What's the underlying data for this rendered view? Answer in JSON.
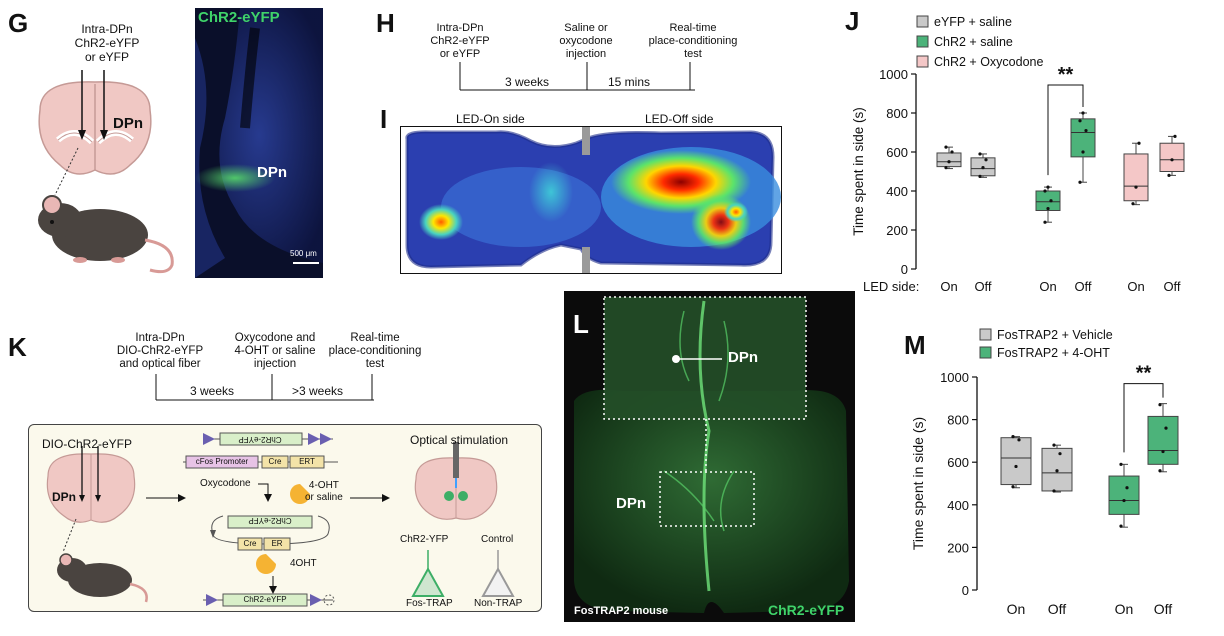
{
  "panels": {
    "g": {
      "label": "G",
      "injection_text": [
        "Intra-DPn",
        "ChR2-eYFP",
        "or eYFP"
      ],
      "brain_label": "DPn",
      "micro_title": "ChR2-eYFP",
      "micro_label": "DPn",
      "scale_bar": "500 μm"
    },
    "h": {
      "label": "H",
      "events": [
        "Intra-DPn\nChR2-eYFP\nor eYFP",
        "Saline or\noxycodone\ninjection",
        "Real-time\nplace-conditioning\ntest"
      ],
      "intervals": [
        "3 weeks",
        "15 mins"
      ]
    },
    "i": {
      "label": "I",
      "left_side": "LED-On side",
      "right_side": "LED-Off side"
    },
    "k": {
      "label": "K",
      "events": [
        "Intra-DPn\nDIO-ChR2-eYFP\nand optical fiber",
        "Oxycodone and\n4-OHT or saline\ninjection",
        "Real-time\nplace-conditioning\ntest"
      ],
      "intervals": [
        "3 weeks",
        ">3 weeks"
      ],
      "schematic": {
        "dio_label": "DIO-ChR2-eYFP",
        "dpn_label": "DPn",
        "construct_top": "ChR2-eYFP",
        "promoter": "cFos Promoter",
        "cre": "Cre",
        "ert": "ERT",
        "oxycodone": "Oxycodone",
        "ohtsaline": "4-OHT\nor saline",
        "loop_construct": "ChR2-eYFP",
        "cre2": "Cre",
        "er": "ER",
        "oht": "4OHT",
        "final_construct": "ChR2-eYFP",
        "optical": "Optical stimulation",
        "chr2yfp": "ChR2-YFP",
        "control": "Control",
        "fostrap": "Fos-TRAP",
        "nontrap": "Non-TRAP"
      }
    },
    "l": {
      "label": "L",
      "dpn_top": "DPn",
      "dpn_left": "DPn",
      "mouse": "FosTRAP2 mouse",
      "stain": "ChR2-eYFP"
    }
  },
  "chart_data": [
    {
      "id": "J",
      "type": "box",
      "label": "J",
      "ylabel": "Time spent in side (s)",
      "ylim": [
        0,
        1000
      ],
      "yticks": [
        0,
        200,
        400,
        600,
        800,
        1000
      ],
      "xlabel_prefix": "LED side:",
      "legend": [
        {
          "name": "eYFP + saline",
          "color": "#c9c9c9"
        },
        {
          "name": "ChR2 + saline",
          "color": "#4cb37a"
        },
        {
          "name": "ChR2 + Oxycodone",
          "color": "#f4c7c7"
        }
      ],
      "groups": [
        {
          "series": "eYFP + saline",
          "color": "#c9c9c9",
          "side": "On",
          "min": 515,
          "q1": 525,
          "median": 550,
          "q3": 595,
          "max": 625,
          "points": [
            520,
            550,
            600,
            625
          ]
        },
        {
          "series": "eYFP + saline",
          "color": "#c9c9c9",
          "side": "Off",
          "min": 470,
          "q1": 478,
          "median": 515,
          "q3": 570,
          "max": 590,
          "points": [
            475,
            520,
            560,
            590
          ]
        },
        {
          "series": "ChR2 + saline",
          "color": "#4cb37a",
          "side": "On",
          "min": 240,
          "q1": 300,
          "median": 345,
          "q3": 400,
          "max": 420,
          "points": [
            240,
            310,
            350,
            400,
            420
          ]
        },
        {
          "series": "ChR2 + saline",
          "color": "#4cb37a",
          "side": "Off",
          "min": 445,
          "q1": 575,
          "median": 700,
          "q3": 770,
          "max": 800,
          "points": [
            445,
            600,
            710,
            760,
            800
          ]
        },
        {
          "series": "ChR2 + Oxycodone",
          "color": "#f4c7c7",
          "side": "On",
          "min": 330,
          "q1": 350,
          "median": 425,
          "q3": 590,
          "max": 645,
          "points": [
            335,
            420,
            645
          ]
        },
        {
          "series": "ChR2 + Oxycodone",
          "color": "#f4c7c7",
          "side": "Off",
          "min": 480,
          "q1": 500,
          "median": 560,
          "q3": 645,
          "max": 680,
          "points": [
            480,
            560,
            680
          ]
        }
      ],
      "significance": {
        "between": [
          2,
          3
        ],
        "text": "**"
      }
    },
    {
      "id": "M",
      "type": "box",
      "label": "M",
      "ylabel": "Time spent in side (s)",
      "ylim": [
        0,
        1000
      ],
      "yticks": [
        0,
        200,
        400,
        600,
        800,
        1000
      ],
      "legend": [
        {
          "name": "FosTRAP2 + Vehicle",
          "color": "#c9c9c9"
        },
        {
          "name": "FosTRAP2 + 4-OHT",
          "color": "#4cb37a"
        }
      ],
      "groups": [
        {
          "series": "FosTRAP2 + Vehicle",
          "color": "#c9c9c9",
          "side": "On",
          "min": 480,
          "q1": 495,
          "median": 620,
          "q3": 715,
          "max": 720,
          "points": [
            485,
            580,
            705,
            720
          ]
        },
        {
          "series": "FosTRAP2 + Vehicle",
          "color": "#c9c9c9",
          "side": "Off",
          "min": 460,
          "q1": 465,
          "median": 550,
          "q3": 665,
          "max": 680,
          "points": [
            465,
            560,
            640,
            680
          ]
        },
        {
          "series": "FosTRAP2 + 4-OHT",
          "color": "#4cb37a",
          "side": "On",
          "min": 295,
          "q1": 355,
          "median": 420,
          "q3": 535,
          "max": 590,
          "points": [
            300,
            420,
            480,
            590
          ]
        },
        {
          "series": "FosTRAP2 + 4-OHT",
          "color": "#4cb37a",
          "side": "Off",
          "min": 555,
          "q1": 590,
          "median": 655,
          "q3": 815,
          "max": 875,
          "points": [
            560,
            650,
            760,
            870
          ]
        }
      ],
      "significance": {
        "between": [
          2,
          3
        ],
        "text": "**"
      }
    }
  ]
}
